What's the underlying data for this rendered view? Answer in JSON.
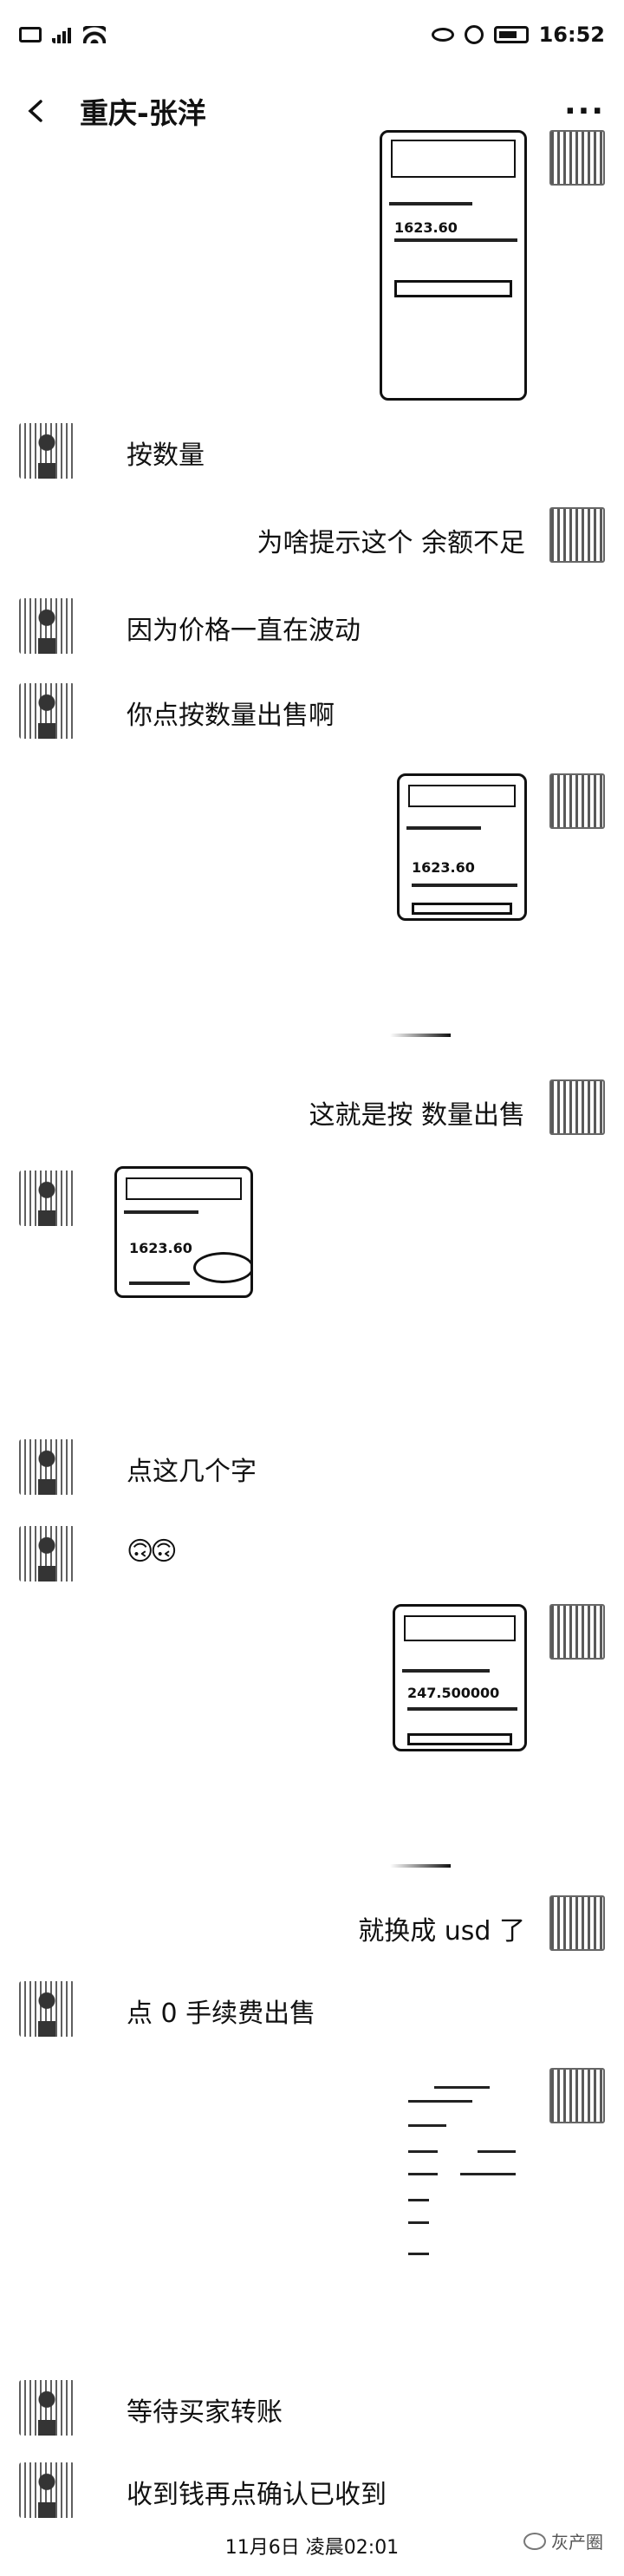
{
  "status_bar": {
    "time": "16:52"
  },
  "header": {
    "title": "重庆-张洋"
  },
  "messages": [
    {
      "text": "按数量"
    },
    {
      "text": "为啥提示这个  余额不足"
    },
    {
      "text": "因为价格一直在波动"
    },
    {
      "text": "你点按数量出售啊"
    },
    {
      "text": "这就是按 数量出售"
    },
    {
      "text": "点这几个字"
    },
    {
      "text": "🙃🙃"
    },
    {
      "text": "就换成 usd 了"
    },
    {
      "text": "点 0 手续费出售"
    },
    {
      "text": "等待买家转账"
    },
    {
      "text": "收到钱再点确认已收到"
    }
  ],
  "screenshots": [
    {
      "amount": "1623.60"
    },
    {
      "amount": "1623.60"
    },
    {
      "amount": "1623.60"
    },
    {
      "amount": "247.500000"
    }
  ],
  "footer": {
    "timestamp": "11月6日 凌晨02:01",
    "watermark": "灰产圈"
  }
}
